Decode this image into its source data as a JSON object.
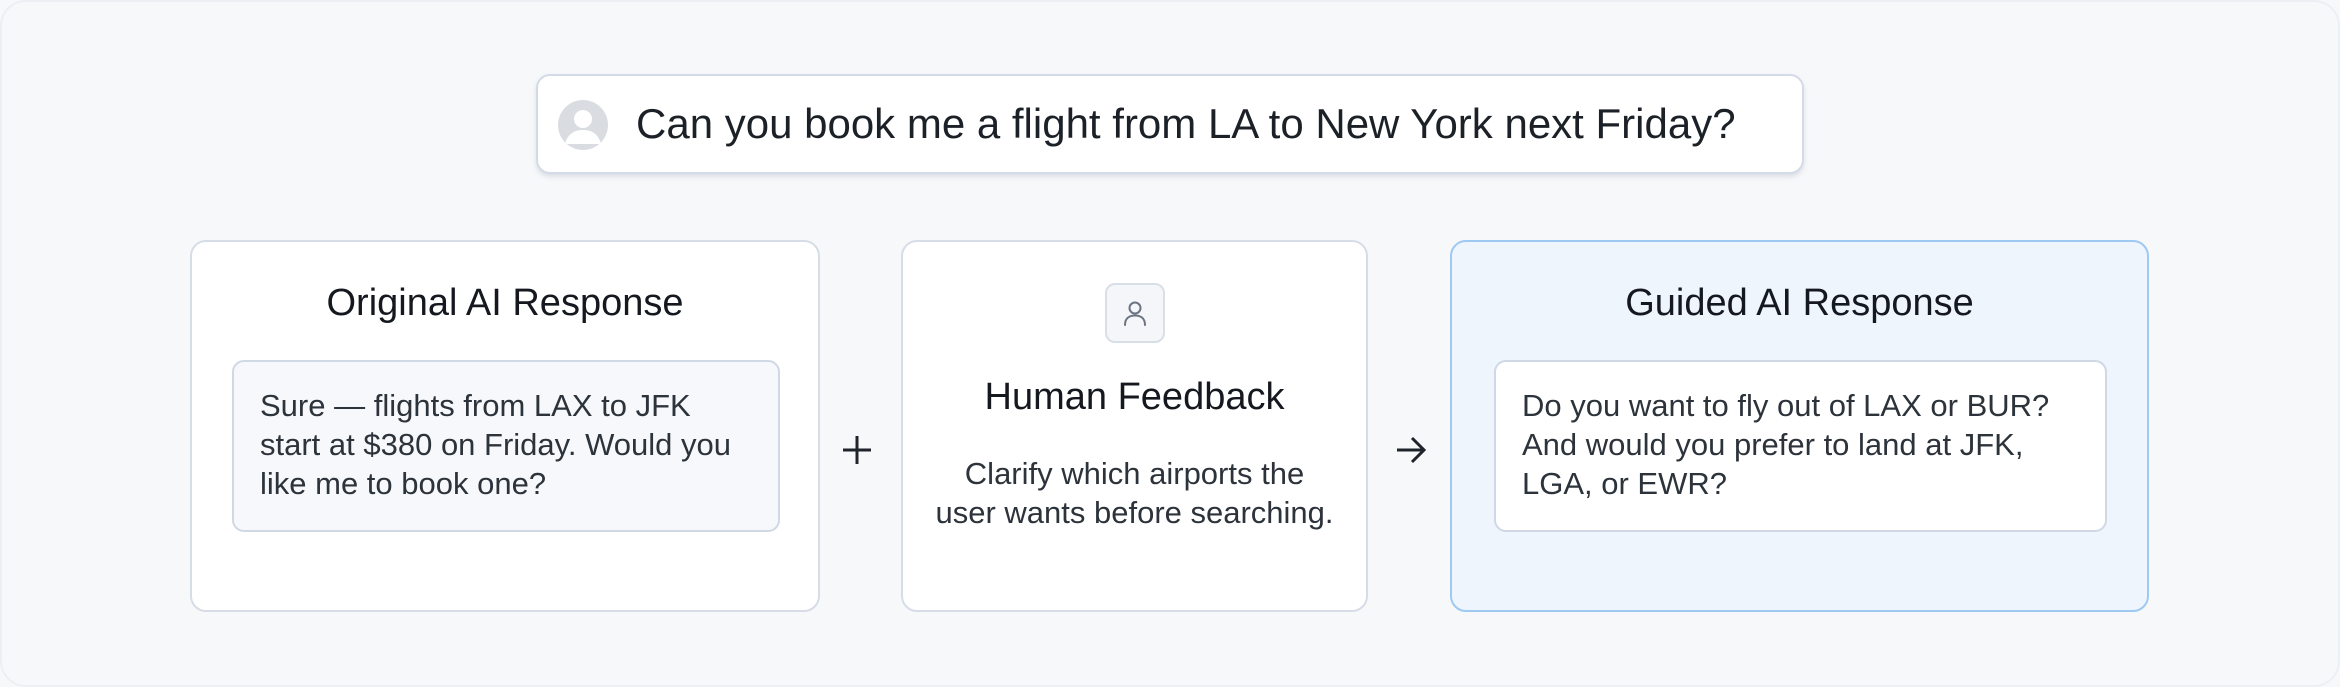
{
  "query": {
    "avatar_icon": "user-avatar-icon",
    "text": "Can you book me a flight from LA to New York next Friday?"
  },
  "original": {
    "title": "Original AI Response",
    "response": "Sure — flights from LAX to JFK start at $380 on Friday. Would you like me to book one?"
  },
  "connector_plus_icon": "plus-icon",
  "feedback": {
    "icon": "person-icon",
    "title": "Human Feedback",
    "text": "Clarify which airports the user wants before searching."
  },
  "connector_arrow_icon": "arrow-right-icon",
  "guided": {
    "title": "Guided AI Response",
    "response": "Do you want to fly out of LAX or BUR? And would you prefer to land at JFK, LGA, or EWR?"
  },
  "colors": {
    "background": "#f7f8fa",
    "card_border": "#d6dde7",
    "guided_fill": "#eef5fd",
    "guided_border": "#9ec9f2"
  }
}
